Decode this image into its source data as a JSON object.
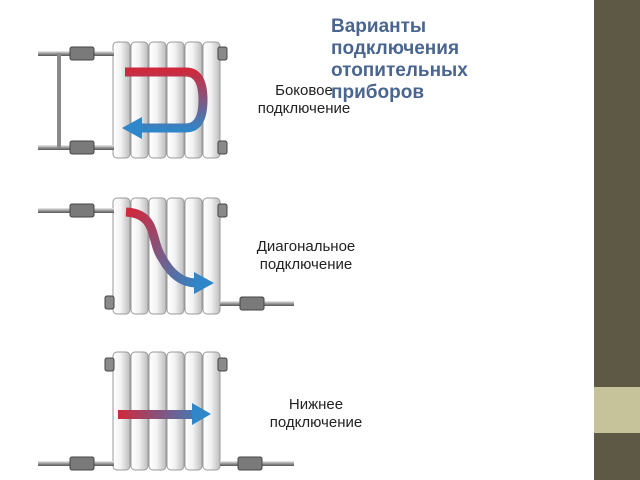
{
  "title": "Варианты\nподключения\nотопительных\nприборов",
  "variants": [
    {
      "caption": "Боковое\nподключение"
    },
    {
      "caption": "Диагональное\nподключение"
    },
    {
      "caption": "Нижнее\nподключение"
    }
  ],
  "colors": {
    "accent_title": "#4a6590",
    "sidebar_dark": "#5d5944",
    "sidebar_light": "#c6c39b",
    "flow_hot": "#d0283b",
    "flow_cold": "#2f86c8"
  }
}
